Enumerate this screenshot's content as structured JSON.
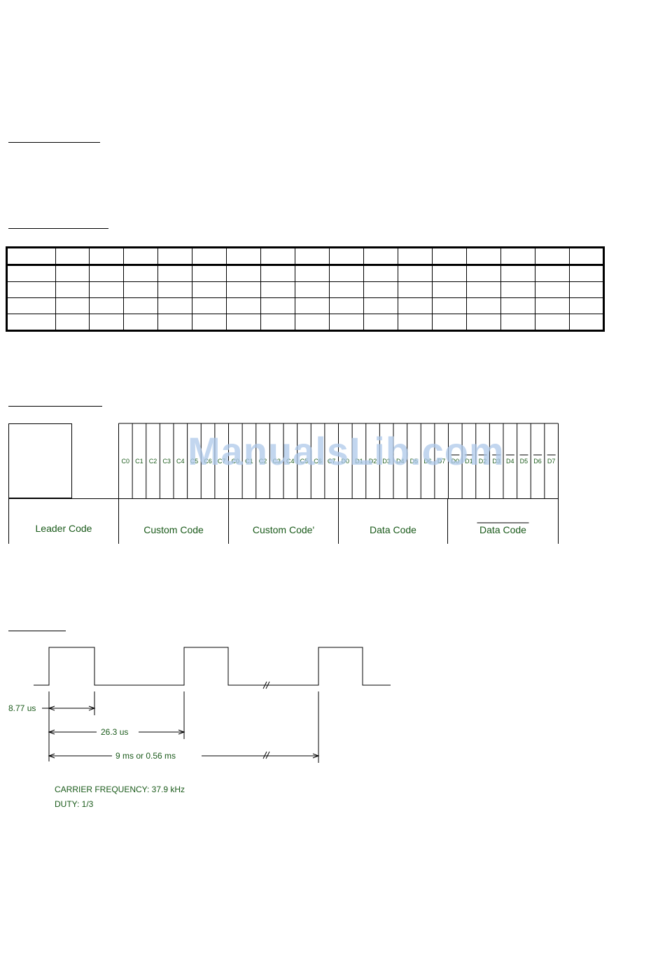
{
  "watermark": "ManualsLib.com",
  "code_format": {
    "leader_label": "Leader Code",
    "section_labels": [
      "Custom Code",
      "Custom Code'",
      "Data Code",
      "Data Code"
    ],
    "bit_labels": [
      "C0",
      "C1",
      "C2",
      "C3",
      "C4",
      "C5",
      "C6",
      "C7",
      "C0",
      "C1",
      "C2",
      "C3",
      "C4",
      "C5",
      "C6",
      "C7",
      "D0",
      "D1",
      "D2",
      "D3",
      "D4",
      "D5",
      "D6",
      "D7",
      "D0",
      "D1",
      "D2",
      "D3",
      "D4",
      "D5",
      "D6",
      "D7"
    ],
    "overline_start_index": 24
  },
  "carrier": {
    "high_time": "8.77 us",
    "period": "26.3 us",
    "burst": "9 ms or 0.56 ms",
    "frequency_line": "CARRIER FREQUENCY: 37.9 kHz",
    "duty_line": "DUTY:  1/3"
  },
  "colors": {
    "text": "#1a5a1a",
    "watermark": "#aec9ea",
    "line": "#000000"
  }
}
